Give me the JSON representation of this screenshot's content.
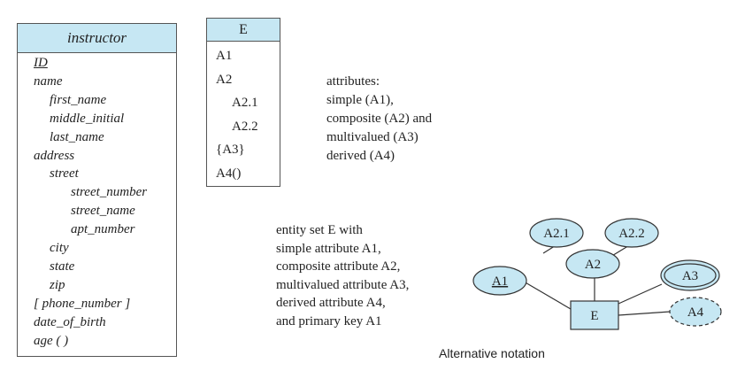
{
  "instructor": {
    "title": "instructor",
    "attributes": [
      {
        "label": "ID",
        "level": 0,
        "key": true
      },
      {
        "label": "name",
        "level": 0
      },
      {
        "label": "first_name",
        "level": 1
      },
      {
        "label": "middle_initial",
        "level": 1
      },
      {
        "label": "last_name",
        "level": 1
      },
      {
        "label": "address",
        "level": 0
      },
      {
        "label": "street",
        "level": 1
      },
      {
        "label": "street_number",
        "level": 2
      },
      {
        "label": "street_name",
        "level": 2
      },
      {
        "label": "apt_number",
        "level": 2
      },
      {
        "label": "city",
        "level": 1
      },
      {
        "label": "state",
        "level": 1
      },
      {
        "label": "zip",
        "level": 1
      },
      {
        "label": "[ phone_number ]",
        "level": 0
      },
      {
        "label": "date_of_birth",
        "level": 0
      },
      {
        "label": "age ( )",
        "level": 0
      }
    ]
  },
  "entity_e": {
    "title": "E",
    "attributes": [
      {
        "label": "A1",
        "level": 0
      },
      {
        "label": "A2",
        "level": 0
      },
      {
        "label": "A2.1",
        "level": 1
      },
      {
        "label": "A2.2",
        "level": 1
      },
      {
        "label": "{A3}",
        "level": 0
      },
      {
        "label": "A4()",
        "level": 0
      }
    ]
  },
  "attributes_note": {
    "lines": [
      "attributes:",
      "simple (A1),",
      "composite (A2) and",
      "multivalued (A3)",
      "derived (A4)"
    ]
  },
  "entity_note": {
    "lines": [
      "entity set E with",
      "simple attribute A1,",
      "composite attribute A2,",
      "multivalued attribute A3,",
      "derived attribute A4,",
      "and primary key A1"
    ]
  },
  "alt_diagram": {
    "entity": "E",
    "attr_a1": "A1",
    "attr_a2": "A2",
    "attr_a21": "A2.1",
    "attr_a22": "A2.2",
    "attr_a3": "A3",
    "attr_a4": "A4",
    "caption": "Alternative notation",
    "fill_color": "#c6e7f3"
  }
}
